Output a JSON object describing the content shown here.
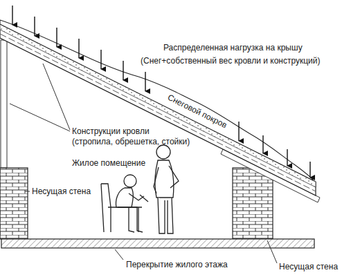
{
  "diagram": {
    "labels": [
      "Распределенная нагрузка на крышу",
      "(Снег+собственный вес кровли и конструкций)",
      "Снеговой покров",
      "Конструкции кровли",
      "(стропила, обрешетка, стойки)",
      "Жилое помещение",
      "Несущая стена",
      "Перекрытие жилого этажа",
      "Несущая стена"
    ]
  }
}
